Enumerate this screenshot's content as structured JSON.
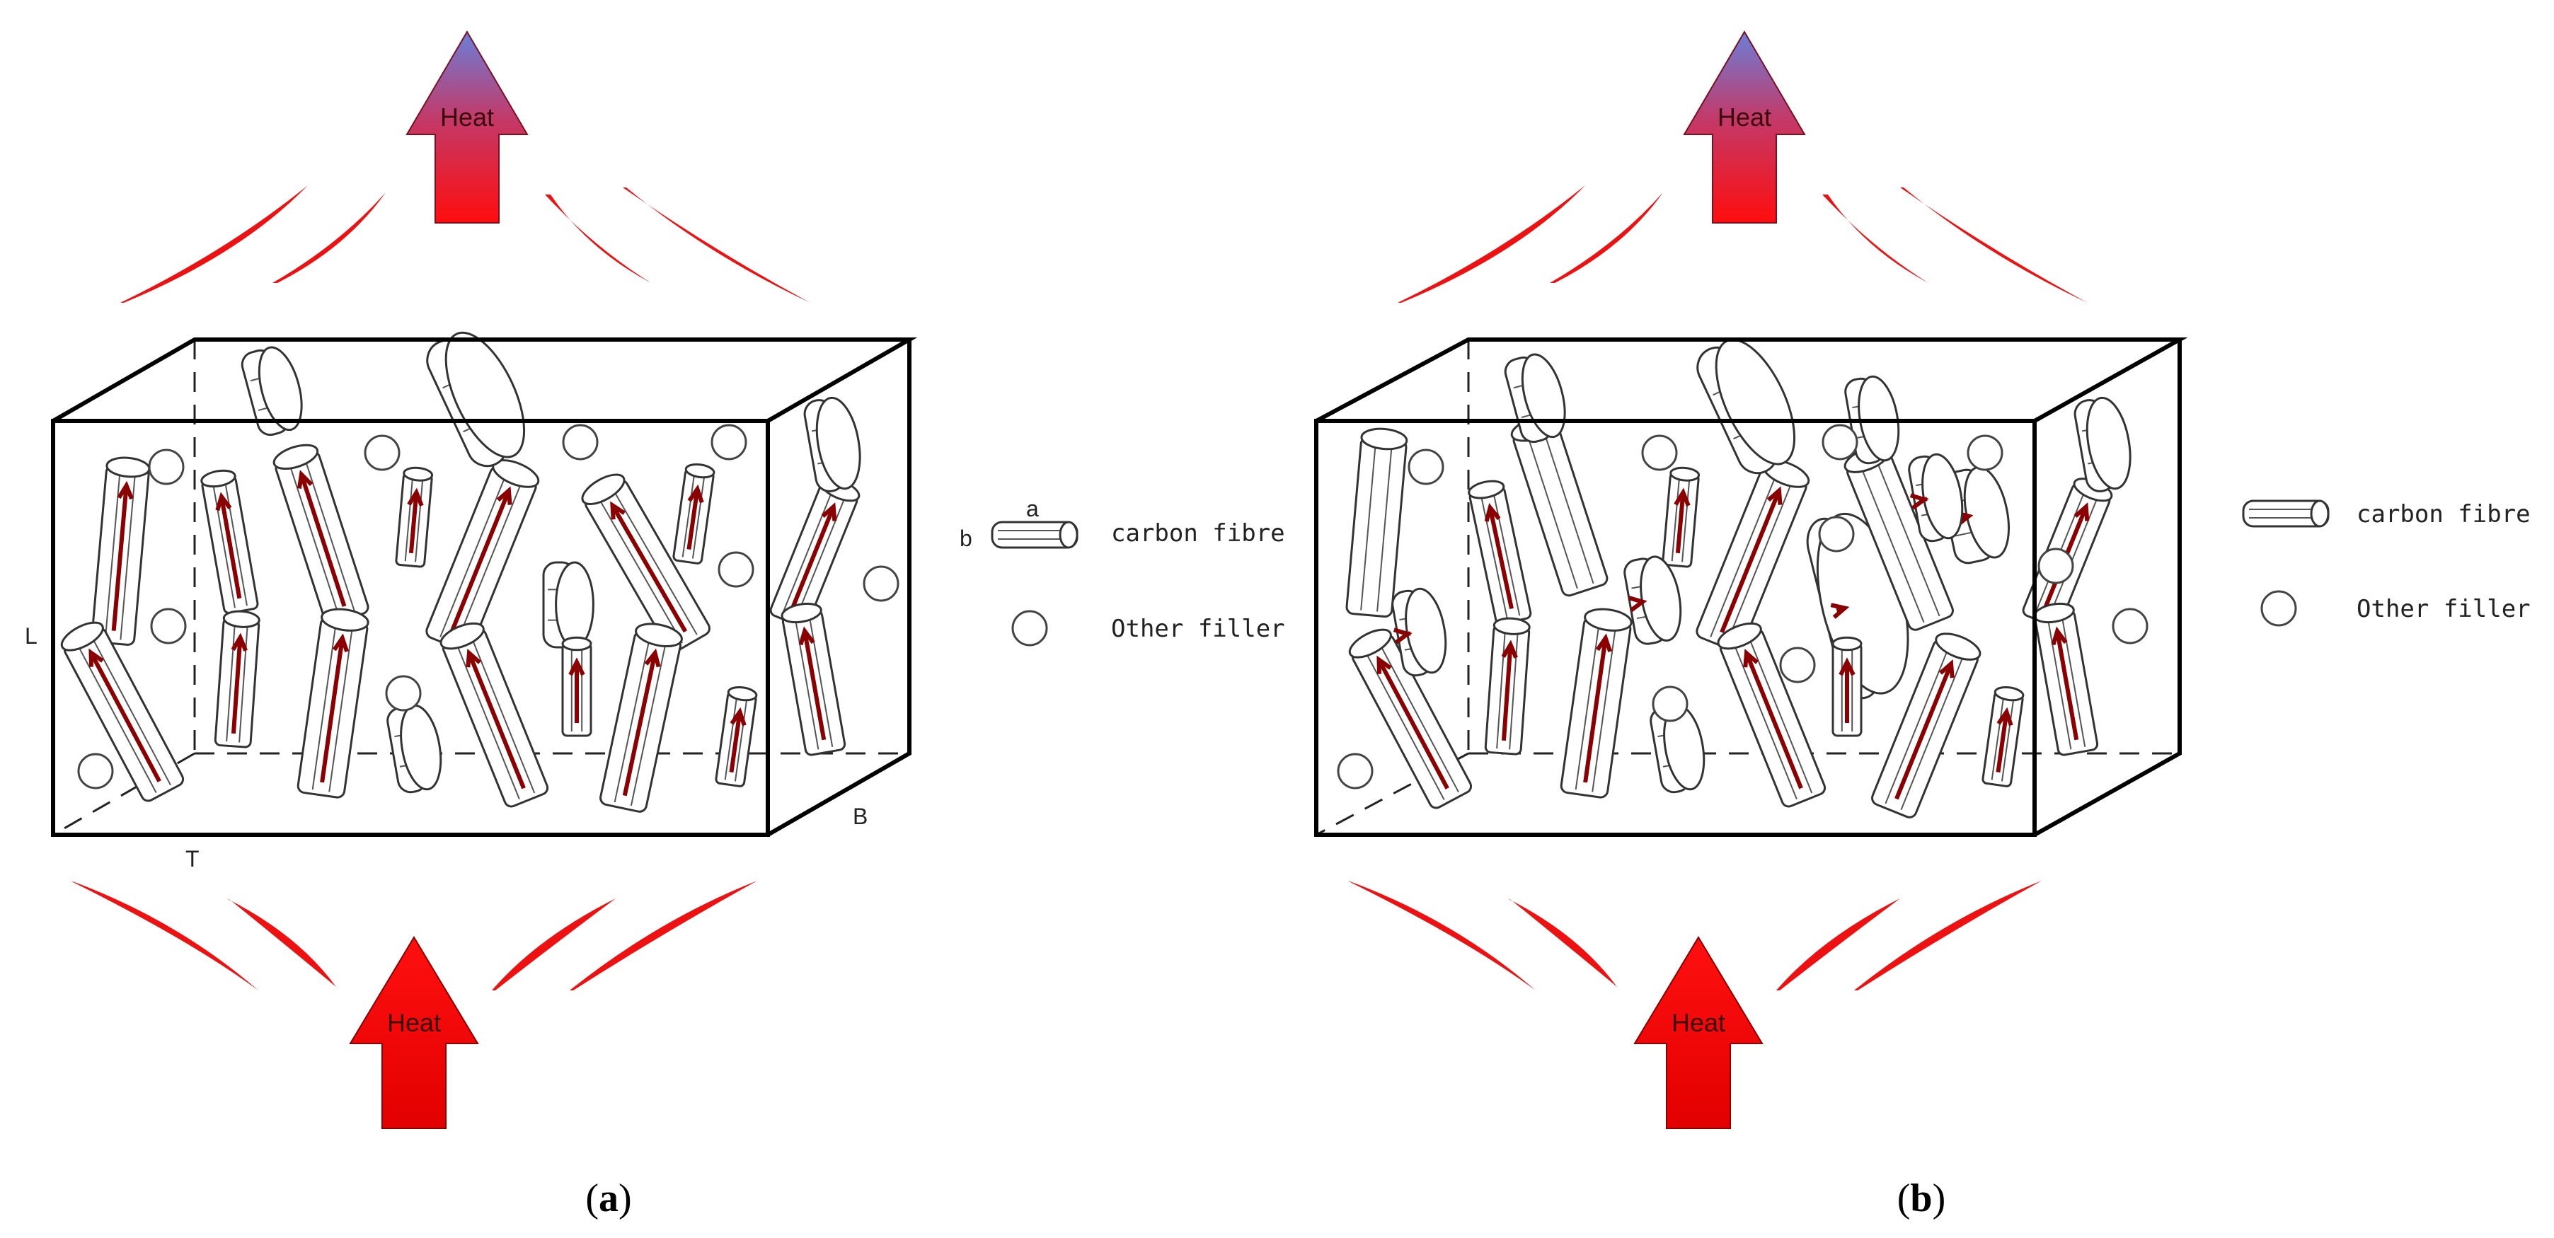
{
  "heat_label": "Heat",
  "dimension_labels": {
    "length": "L",
    "thickness": "T",
    "breadth": "B"
  },
  "legend": {
    "fibre_dim_a": "a",
    "fibre_dim_b": "b",
    "carbon_fibre": "carbon fibre",
    "other_filler": "Other filler"
  },
  "captions": {
    "a": {
      "open": "(",
      "letter": "a",
      "close": ")"
    },
    "b": {
      "open": "(",
      "letter": "b",
      "close": ")"
    }
  },
  "colors": {
    "heat_red": "#ee1111",
    "heat_top_blue": "#6a7fd8",
    "fibre_arrow": "#8b0000"
  }
}
